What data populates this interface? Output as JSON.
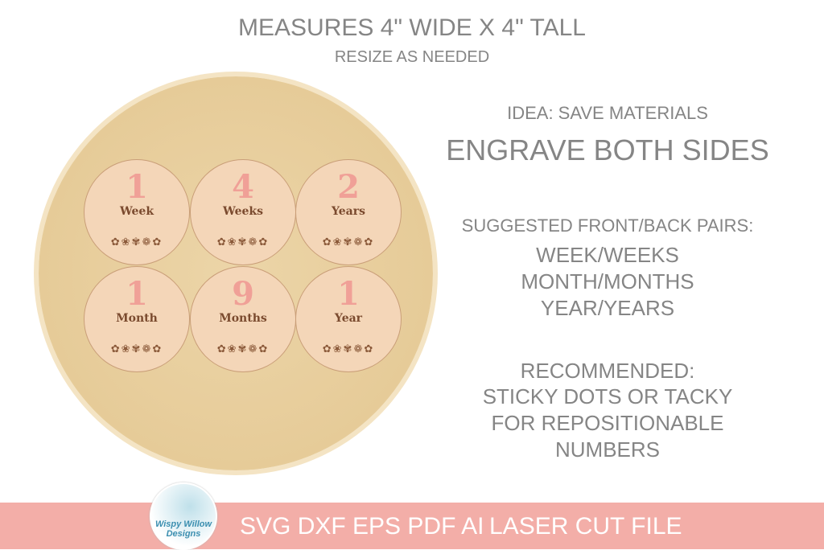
{
  "header": {
    "title": "MEASURES 4\" WIDE X 4\" TALL",
    "subtitle": "RESIZE AS NEEDED"
  },
  "discs": [
    {
      "number": "1",
      "word": "Week"
    },
    {
      "number": "4",
      "word": "Weeks"
    },
    {
      "number": "2",
      "word": "Years"
    },
    {
      "number": "1",
      "word": "Month"
    },
    {
      "number": "9",
      "word": "Months"
    },
    {
      "number": "1",
      "word": "Year"
    }
  ],
  "notes": {
    "idea": "IDEA: SAVE MATERIALS",
    "idea_main": "ENGRAVE BOTH SIDES",
    "pairs_heading": "SUGGESTED FRONT/BACK PAIRS:",
    "pairs": [
      "WEEK/WEEKS",
      "MONTH/MONTHS",
      "YEAR/YEARS"
    ],
    "recommended_heading": "RECOMMENDED:",
    "recommended": [
      "STICKY DOTS OR TACKY",
      "FOR REPOSITIONABLE",
      "NUMBERS"
    ]
  },
  "banner": {
    "formats": "SVG DXF EPS PDF AI",
    "type": "LASER CUT FILE",
    "logo_line1": "Wispy Willow",
    "logo_line2": "Designs"
  },
  "colors": {
    "banner": "#f3aea8",
    "text": "#858585",
    "number": "#f0a097"
  }
}
